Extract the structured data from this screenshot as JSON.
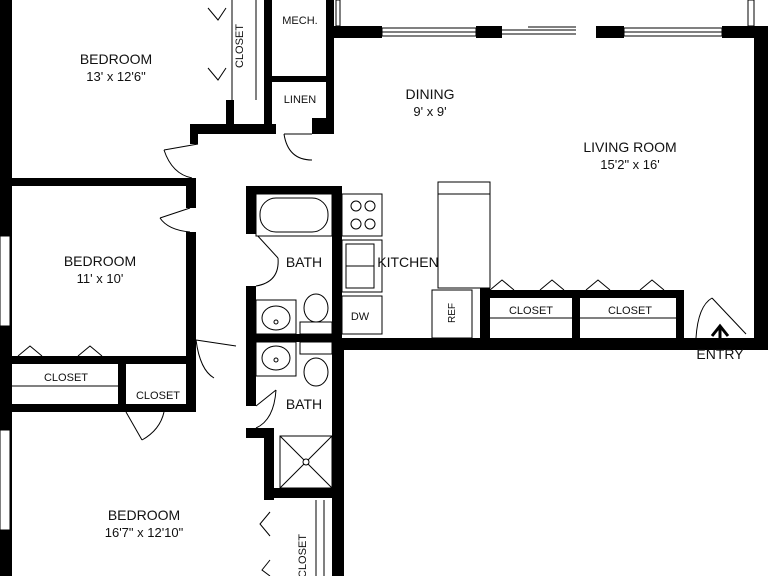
{
  "rooms": {
    "bedroom_top": {
      "name": "BEDROOM",
      "dims": "13' x 12'6\""
    },
    "bedroom_mid": {
      "name": "BEDROOM",
      "dims": "11' x 10'"
    },
    "bedroom_bottom": {
      "name": "BEDROOM",
      "dims": "16'7\" x 12'10\""
    },
    "dining": {
      "name": "DINING",
      "dims": "9' x 9'"
    },
    "living": {
      "name": "LIVING ROOM",
      "dims": "15'2\" x 16'"
    },
    "kitchen": {
      "name": "KITCHEN"
    },
    "bath_upper": {
      "name": "BATH"
    },
    "bath_lower": {
      "name": "BATH"
    }
  },
  "labels": {
    "mech": "MECH.",
    "linen": "LINEN",
    "closet_top": "CLOSET",
    "closet_mid_left": "CLOSET",
    "closet_mid_right": "CLOSET",
    "closet_living_left": "CLOSET",
    "closet_living_right": "CLOSET",
    "closet_bottom": "CLOSET",
    "dw": "DW",
    "ref": "REF",
    "entry": "ENTRY"
  }
}
